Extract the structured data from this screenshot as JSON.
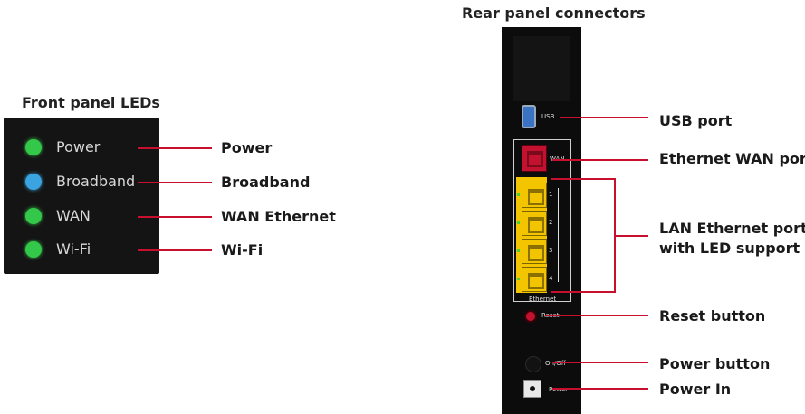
{
  "front": {
    "title": "Front panel LEDs",
    "leds": [
      {
        "label": "Power",
        "color": "#34c84a",
        "callout": "Power"
      },
      {
        "label": "Broadband",
        "color": "#3aa3e0",
        "callout": "Broadband"
      },
      {
        "label": "WAN",
        "color": "#34c84a",
        "callout": "WAN Ethernet"
      },
      {
        "label": "Wi-Fi",
        "color": "#34c84a",
        "callout": "Wi-Fi"
      }
    ]
  },
  "rear": {
    "title": "Rear panel connectors",
    "panel_labels": {
      "usb": "USB",
      "wan": "WAN",
      "ethernet": "Ethernet",
      "reset": "Reset",
      "onoff": "On/Off",
      "power": "Power",
      "port_numbers": [
        "1",
        "2",
        "3",
        "4"
      ]
    },
    "callouts": {
      "usb": "USB port",
      "wan": "Ethernet WAN port",
      "lan_line1": "LAN Ethernet ports",
      "lan_line2": "with LED support",
      "reset": "Reset button",
      "power_button": "Power button",
      "power_in": "Power In"
    }
  },
  "colors": {
    "accent_red": "#c8102e",
    "eth_yellow": "#f2c500",
    "wan_red": "#c2122f"
  }
}
